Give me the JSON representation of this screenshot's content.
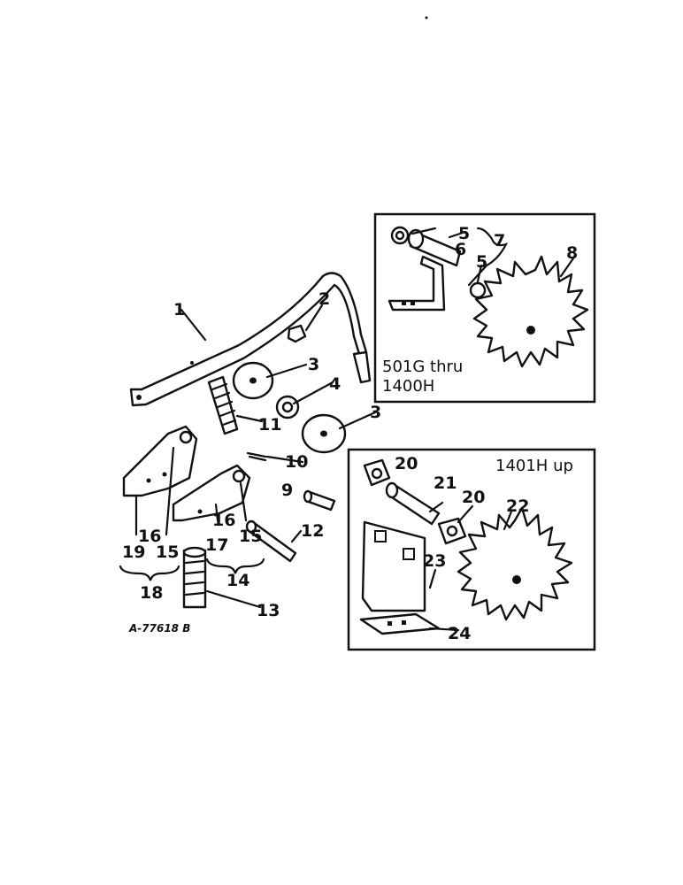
{
  "callouts": {
    "c1": "1",
    "c2": "2",
    "c3a": "3",
    "c3b": "3",
    "c4": "4",
    "c5a": "5",
    "c5b": "5",
    "c6": "6",
    "c7": "7",
    "c8": "8",
    "c9": "9",
    "c10": "10",
    "c11": "11",
    "c12": "12",
    "c13": "13",
    "c14": "14",
    "c15a": "15",
    "c15b": "15",
    "c16a": "16",
    "c16b": "16",
    "c17": "17",
    "c18": "18",
    "c19": "19",
    "c20a": "20",
    "c20b": "20",
    "c21": "21",
    "c22": "22",
    "c23": "23",
    "c24": "24"
  },
  "boxes": {
    "upper": {
      "label_line1": "501G thru",
      "label_line2": "1400H"
    },
    "lower": {
      "label": "1401H up"
    }
  },
  "reference": "A-77618 B"
}
